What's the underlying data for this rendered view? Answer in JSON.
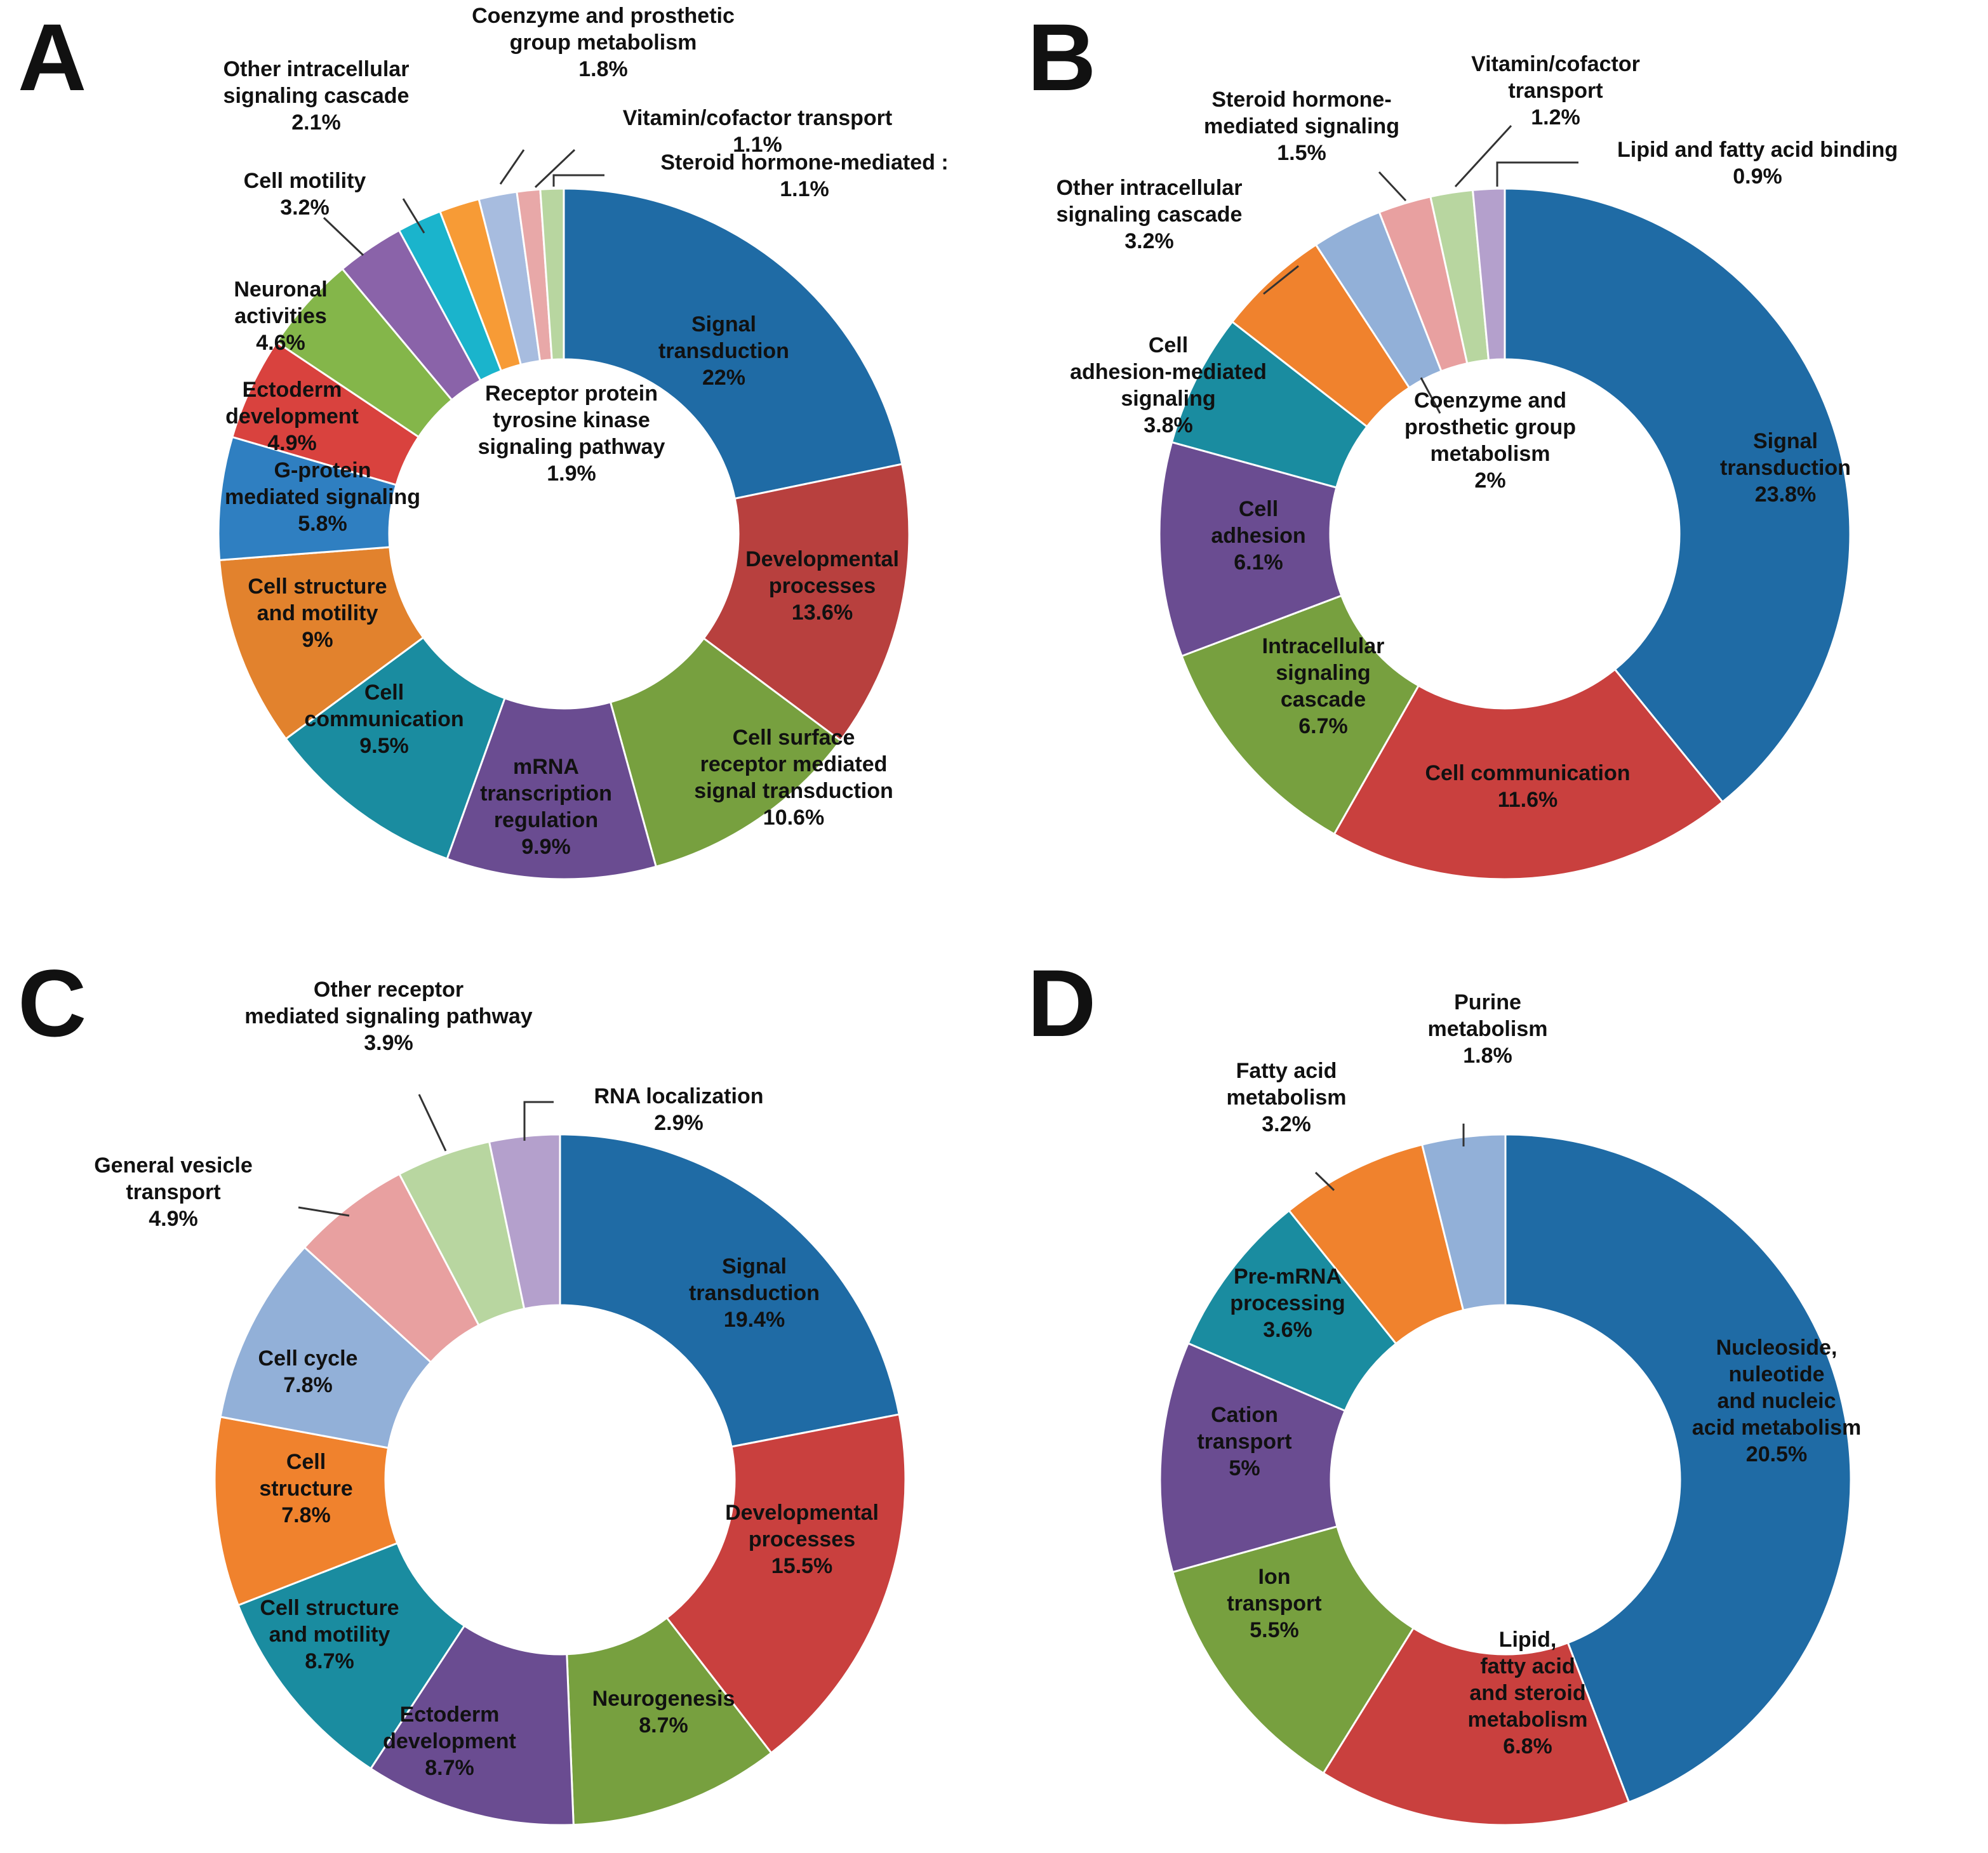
{
  "chart_data": [
    {
      "type": "pie",
      "panel": "A",
      "colors": [
        "#1f6ba5",
        "#b8403e",
        "#77a03f",
        "#6a4c91",
        "#1a8ca0",
        "#e2822d",
        "#2f7fc1",
        "#d9423e",
        "#84b64a",
        "#8a63a9",
        "#1ab4cc",
        "#f79b36",
        "#a7bcdf",
        "#e8a8a8",
        "#b8d6a0"
      ],
      "slices": [
        {
          "name": "Signal transduction",
          "label": [
            "Signal",
            "transduction",
            "22%"
          ],
          "value": 22
        },
        {
          "name": "Developmental processes",
          "label": [
            "Developmental",
            "processes",
            "13.6%"
          ],
          "value": 13.6
        },
        {
          "name": "Cell surface receptor mediated signal transduction",
          "label": [
            "Cell surface",
            "receptor mediated",
            "signal transduction",
            "10.6%"
          ],
          "value": 10.6
        },
        {
          "name": "mRNA transcription regulation",
          "label": [
            "mRNA",
            "transcription",
            "regulation",
            "9.9%"
          ],
          "value": 9.9
        },
        {
          "name": "Cell communication",
          "label": [
            "Cell",
            "communication",
            "9.5%"
          ],
          "value": 9.5
        },
        {
          "name": "Cell structure and motility",
          "label": [
            "Cell structure",
            "and motility",
            "9%"
          ],
          "value": 9
        },
        {
          "name": "G-protein mediated signaling",
          "label": [
            "G-protein",
            "mediated signaling",
            "5.8%"
          ],
          "value": 5.8
        },
        {
          "name": "Ectoderm development",
          "label": [
            "Ectoderm",
            "development",
            "4.9%"
          ],
          "value": 4.9
        },
        {
          "name": "Neuronal activities",
          "label": [
            "Neuronal",
            "activities",
            "4.6%"
          ],
          "value": 4.6
        },
        {
          "name": "Cell motility",
          "label": [
            "Cell motility",
            "3.2%"
          ],
          "value": 3.2
        },
        {
          "name": "Other intracellular signaling cascade",
          "label": [
            "Other intracellular",
            "signaling cascade",
            "2.1%"
          ],
          "value": 2.1
        },
        {
          "name": "Receptor protein tyrosine kinase signaling pathway",
          "label": [
            "Receptor protein",
            "tyrosine kinase",
            "signaling pathway",
            "1.9%"
          ],
          "value": 1.9
        },
        {
          "name": "Coenzyme and prosthetic group metabolism",
          "label": [
            "Coenzyme and prosthetic",
            "group metabolism",
            "1.8%"
          ],
          "value": 1.8
        },
        {
          "name": "Vitamin/cofactor transport",
          "label": [
            "Vitamin/cofactor transport",
            "1.1%"
          ],
          "value": 1.1
        },
        {
          "name": "Steroid hormone-mediated",
          "label": [
            "Steroid hormone-mediated :",
            "1.1%"
          ],
          "value": 1.1
        }
      ]
    },
    {
      "type": "pie",
      "panel": "B",
      "colors": [
        "#1f6ba5",
        "#c9403e",
        "#77a03f",
        "#6a4c91",
        "#1a8ca0",
        "#f0822d",
        "#92b0d8",
        "#e8a0a0",
        "#b8d6a0",
        "#b4a0cc"
      ],
      "slices": [
        {
          "name": "Signal transduction",
          "label": [
            "Signal",
            "transduction",
            "23.8%"
          ],
          "value": 23.8
        },
        {
          "name": "Cell communication",
          "label": [
            "Cell communication",
            "11.6%"
          ],
          "value": 11.6
        },
        {
          "name": "Intracellular signaling cascade",
          "label": [
            "Intracellular",
            "signaling",
            "cascade",
            "6.7%"
          ],
          "value": 6.7
        },
        {
          "name": "Cell adhesion",
          "label": [
            "Cell",
            "adhesion",
            "6.1%"
          ],
          "value": 6.1
        },
        {
          "name": "Cell adhesion-mediated signaling",
          "label": [
            "Cell",
            "adhesion-mediated",
            "signaling",
            "3.8%"
          ],
          "value": 3.8
        },
        {
          "name": "Other intracellular signaling cascade",
          "label": [
            "Other intracellular",
            "signaling cascade",
            "3.2%"
          ],
          "value": 3.2
        },
        {
          "name": "Coenzyme and prosthetic group metabolism",
          "label": [
            "Coenzyme and",
            "prosthetic group",
            "metabolism",
            "2%"
          ],
          "value": 2
        },
        {
          "name": "Steroid hormone-mediated signaling",
          "label": [
            "Steroid hormone-",
            "mediated signaling",
            "1.5%"
          ],
          "value": 1.5
        },
        {
          "name": "Vitamin/cofactor transport",
          "label": [
            "Vitamin/cofactor",
            "transport",
            "1.2%"
          ],
          "value": 1.2
        },
        {
          "name": "Lipid and fatty acid binding",
          "label": [
            "Lipid and fatty acid binding",
            "0.9%"
          ],
          "value": 0.9
        }
      ]
    },
    {
      "type": "pie",
      "panel": "C",
      "colors": [
        "#1f6ba5",
        "#c9403e",
        "#77a03f",
        "#6a4c91",
        "#1a8ca0",
        "#f0822d",
        "#92b0d8",
        "#e8a0a0",
        "#b8d6a0",
        "#b4a0cc"
      ],
      "slices": [
        {
          "name": "Signal transduction",
          "label": [
            "Signal",
            "transduction",
            "19.4%"
          ],
          "value": 19.4
        },
        {
          "name": "Developmental processes",
          "label": [
            "Developmental",
            "processes",
            "15.5%"
          ],
          "value": 15.5
        },
        {
          "name": "Neurogenesis",
          "label": [
            "Neurogenesis",
            "8.7%"
          ],
          "value": 8.7
        },
        {
          "name": "Ectoderm development",
          "label": [
            "Ectoderm",
            "development",
            "8.7%"
          ],
          "value": 8.7
        },
        {
          "name": "Cell structure and motility",
          "label": [
            "Cell structure",
            "and motility",
            "8.7%"
          ],
          "value": 8.7
        },
        {
          "name": "Cell structure",
          "label": [
            "Cell",
            "structure",
            "7.8%"
          ],
          "value": 7.8
        },
        {
          "name": "Cell cycle",
          "label": [
            "Cell cycle",
            "7.8%"
          ],
          "value": 7.8
        },
        {
          "name": "General vesicle transport",
          "label": [
            "General vesicle",
            "transport",
            "4.9%"
          ],
          "value": 4.9
        },
        {
          "name": "Other receptor mediated signaling pathway",
          "label": [
            "Other receptor",
            "mediated signaling pathway",
            "3.9%"
          ],
          "value": 3.9
        },
        {
          "name": "RNA localization",
          "label": [
            "RNA localization",
            "2.9%"
          ],
          "value": 2.9
        }
      ]
    },
    {
      "type": "pie",
      "panel": "D",
      "colors": [
        "#1f6ba5",
        "#c9403e",
        "#77a03f",
        "#6a4c91",
        "#1a8ca0",
        "#f0822d",
        "#92b0d8"
      ],
      "slices": [
        {
          "name": "Nucleoside, nuleotide and nucleic acid metabolism",
          "label": [
            "Nucleoside,",
            "nuleotide",
            "and nucleic",
            "acid metabolism",
            "20.5%"
          ],
          "value": 20.5
        },
        {
          "name": "Lipid, fatty acid and steroid metabolism",
          "label": [
            "Lipid,",
            "fatty acid",
            "and steroid",
            "metabolism",
            "6.8%"
          ],
          "value": 6.8
        },
        {
          "name": "Ion transport",
          "label": [
            "Ion",
            "transport",
            "5.5%"
          ],
          "value": 5.5
        },
        {
          "name": "Cation transport",
          "label": [
            "Cation",
            "transport",
            "5%"
          ],
          "value": 5
        },
        {
          "name": "Pre-mRNA processing",
          "label": [
            "Pre-mRNA",
            "processing",
            "3.6%"
          ],
          "value": 3.6
        },
        {
          "name": "Fatty acid metabolism",
          "label": [
            "Fatty acid",
            "metabolism",
            "3.2%"
          ],
          "value": 3.2
        },
        {
          "name": "Purine metabolism",
          "label": [
            "Purine",
            "metabolism",
            "1.8%"
          ],
          "value": 1.8
        }
      ]
    }
  ]
}
